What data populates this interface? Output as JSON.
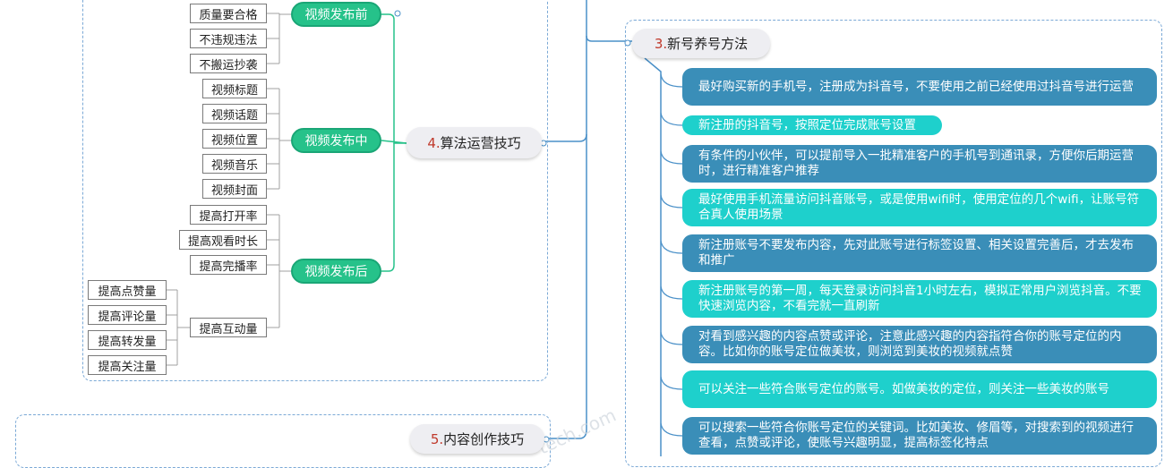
{
  "section3": {
    "title_num": "3.",
    "title_text": "新号养号方法",
    "items": [
      "最好购买新的手机号，注册成为抖音号，不要使用之前已经使用过抖音号进行运营",
      "新注册的抖音号，按照定位完成账号设置",
      "有条件的小伙伴，可以提前导入一批精准客户的手机号到通讯录，方便你后期运营时，进行精准客户推荐",
      "最好使用手机流量访问抖音账号，或是使用wifi时，使用定位的几个wifi，让账号符合真人使用场景",
      "新注册账号不要发布内容，先对此账号进行标签设置、相关设置完善后，才去发布和推广",
      "新注册账号的第一周，每天登录访问抖音1小时左右，模拟正常用户浏览抖音。不要快速浏览内容，不看完就一直刷新",
      "对看到感兴趣的内容点赞或评论，注意此感兴趣的内容指符合你的账号定位的内容。比如你的账号定位做美妆，则浏览到美妆的视频就点赞",
      "可以关注一些符合账号定位的账号。如做美妆的定位，则关注一些美妆的账号",
      "可以搜索一些符合你账号定位的关键词。比如美妆、修眉等，对搜索到的视频进行查看，点赞或评论，使账号兴趣明显，提高标签化特点"
    ]
  },
  "section4": {
    "title_num": "4.",
    "title_text": "算法运营技巧",
    "before": {
      "label": "视频发布前",
      "leaves": [
        "质量要合格",
        "不违规违法",
        "不搬运抄袭"
      ]
    },
    "during": {
      "label": "视频发布中",
      "leaves": [
        "视频标题",
        "视频话题",
        "视频位置",
        "视频音乐",
        "视频封面"
      ]
    },
    "after": {
      "label": "视频发布后",
      "leaves": [
        "提高打开率",
        "提高观看时长",
        "提高完播率",
        "提高互动量"
      ],
      "interaction_leaves": [
        "提高点赞量",
        "提高评论量",
        "提高转发量",
        "提高关注量"
      ]
    }
  },
  "section5": {
    "title_num": "5.",
    "title_text": "内容创作技巧"
  },
  "watermark": "tech.com"
}
